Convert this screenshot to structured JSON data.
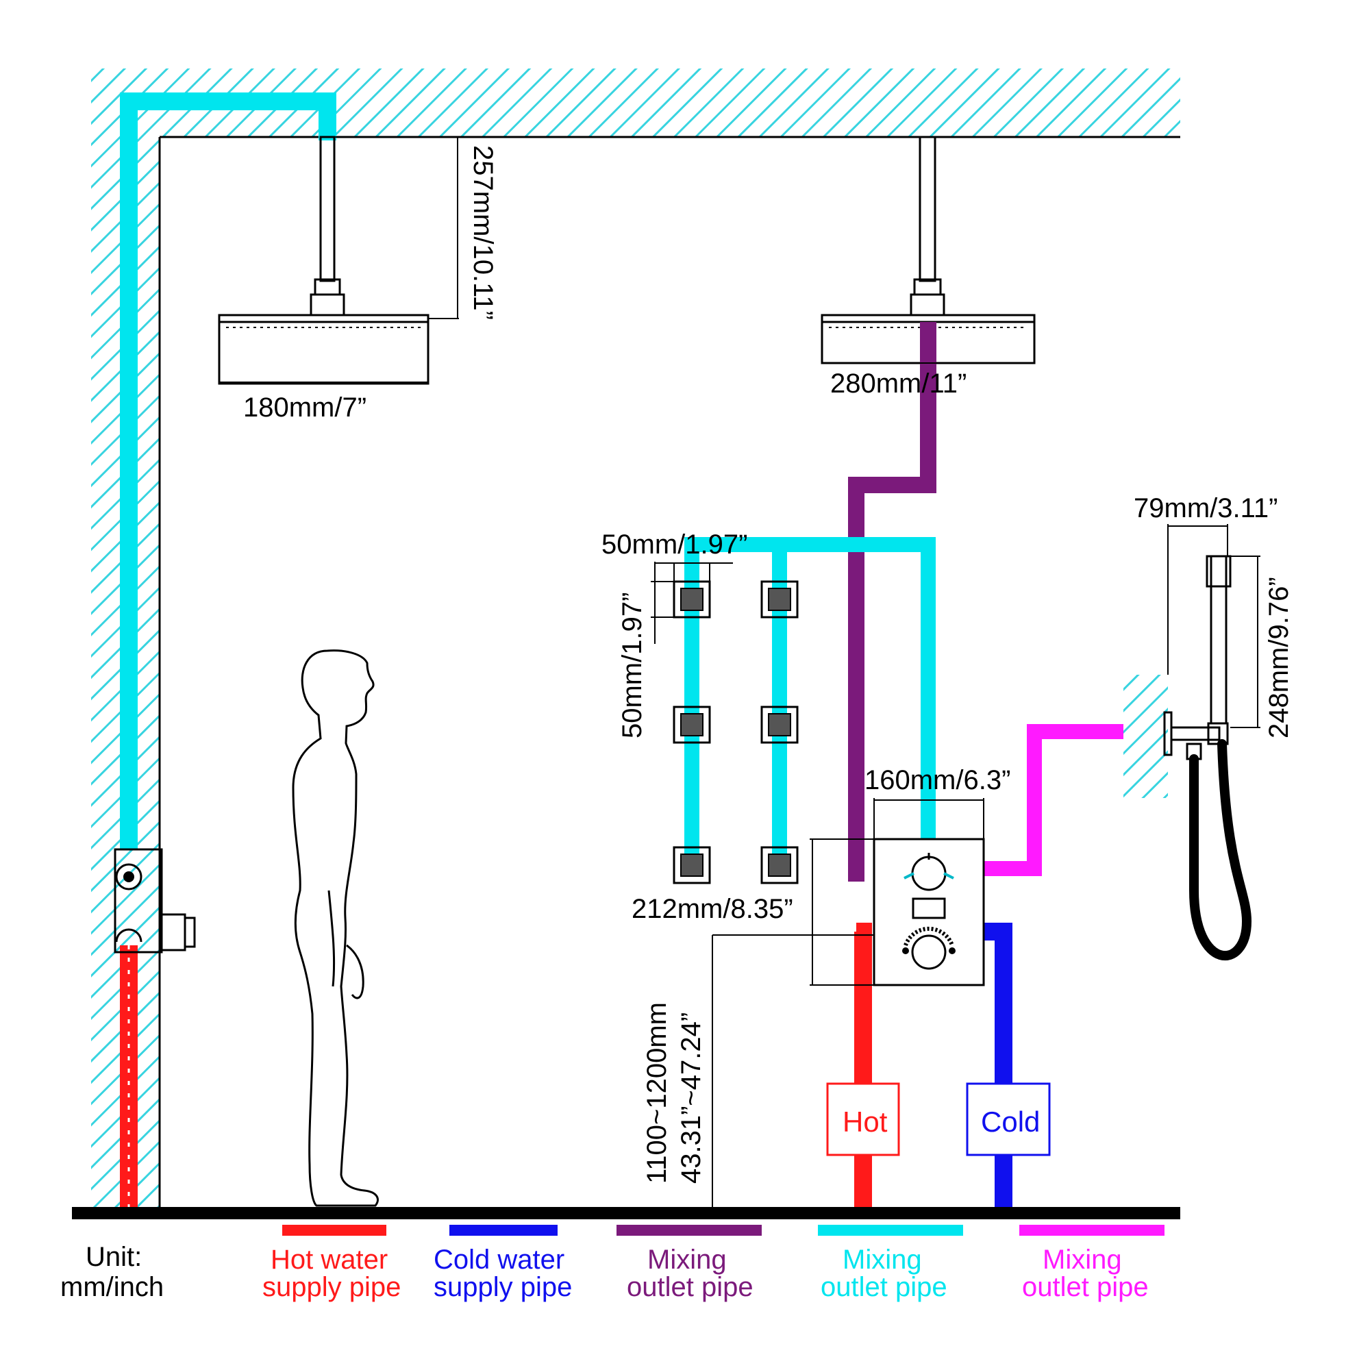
{
  "dimensions": {
    "rain_small_width": "180mm/7”",
    "arm_drop": "257mm/10.11”",
    "rain_large_width": "280mm/11”",
    "jet_width": "50mm/1.97”",
    "jet_height": "50mm/1.97”",
    "hand_holder_width": "79mm/3.11”",
    "hand_shower_length": "248mm/9.76”",
    "valve_width": "160mm/6.3”",
    "valve_height": "212mm/8.35”",
    "valve_mount_height_mm": "1100~1200mm",
    "valve_mount_height_in": "43.31”~47.24”"
  },
  "supply_tags": {
    "hot": "Hot",
    "cold": "Cold"
  },
  "unit": {
    "line1": "Unit:",
    "line2": "mm/inch"
  },
  "legend": [
    {
      "line1": "Hot water",
      "line2": "supply pipe",
      "color": "#ff1a1a"
    },
    {
      "line1": "Cold water",
      "line2": "supply pipe",
      "color": "#1010ee"
    },
    {
      "line1": "Mixing",
      "line2": "outlet pipe",
      "color": "#7b1a7b"
    },
    {
      "line1": "Mixing",
      "line2": "outlet pipe",
      "color": "#00e5ee"
    },
    {
      "line1": "Mixing",
      "line2": "outlet pipe",
      "color": "#ff1aff"
    }
  ],
  "colors": {
    "hot": "#ff1a1a",
    "cold": "#1010ee",
    "purple": "#7b1a7b",
    "cyan": "#00e5ee",
    "magenta": "#ff1aff",
    "wall_hatch": "#38d4e0"
  }
}
